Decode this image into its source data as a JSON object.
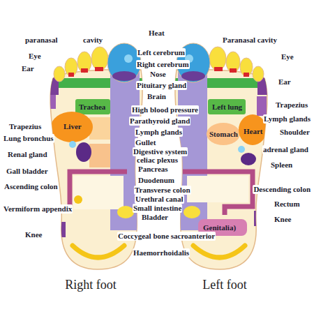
{
  "diagram": {
    "labels": [
      "paranasal",
      "cavity",
      "Heat",
      "Paranasal cavity",
      "Eye",
      "Left cerebrum",
      "Eye",
      "Right cerebrum",
      "Ear",
      "Nose",
      "Ear",
      "Pituitary gland",
      "Brain",
      "Trachea",
      "High blood pressure",
      "Left lung",
      "Trapezius",
      "Lymph glands",
      "Parathyroid gland",
      "Trapezius",
      "Liver",
      "Shoulder",
      "Lymph glands",
      "Stomach",
      "Heart",
      "Lung bronchus",
      "Gullet",
      "adrenal gland",
      "Digestive system",
      "Renal gland",
      "celiac plexus",
      "Spleen",
      "Pancreas",
      "Gall bladder",
      "Duodenum",
      "Ascending colon",
      "Descending colon",
      "Transverse colon",
      "Urethral canal",
      "Rectum",
      "Small intestine",
      "Vermiform appendix",
      "Bladder",
      "Knee",
      "Genitalia)",
      "Knee",
      "Coccygeal bone sacroanterior",
      "Haemorrhoidalis",
      "Right foot",
      "Left foot"
    ]
  }
}
